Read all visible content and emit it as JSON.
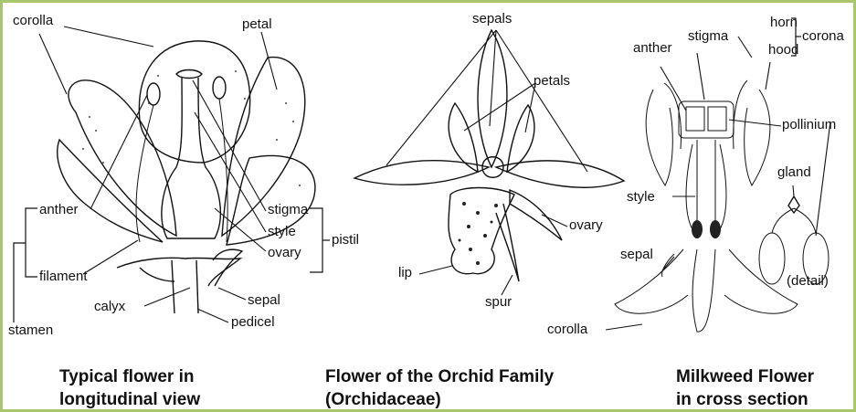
{
  "typical": {
    "labels": {
      "corolla": "corolla",
      "petal": "petal",
      "anther": "anther",
      "filament": "filament",
      "stamen": "stamen",
      "calyx": "calyx",
      "sepal": "sepal",
      "pedicel": "pedicel",
      "stigma": "stigma",
      "style": "style",
      "ovary": "ovary",
      "pistil": "pistil"
    },
    "caption": [
      "Typical flower in",
      "longitudinal view"
    ]
  },
  "orchid": {
    "labels": {
      "sepals": "sepals",
      "petals": "petals",
      "ovary": "ovary",
      "lip": "lip",
      "spur": "spur"
    },
    "caption": [
      "Flower of the Orchid Family",
      "(Orchidaceae)"
    ]
  },
  "milkweed": {
    "labels": {
      "horn": "horn",
      "hood": "hood",
      "corona": "corona",
      "anther": "anther",
      "stigma": "stigma",
      "pollinium": "pollinium",
      "gland": "gland",
      "style": "style",
      "sepal": "sepal",
      "detail": "(detail)",
      "corolla": "corolla"
    },
    "caption": [
      "Milkweed Flower",
      "in cross section"
    ]
  },
  "colors": {
    "border": "#a8c66c",
    "ink": "#111111"
  }
}
